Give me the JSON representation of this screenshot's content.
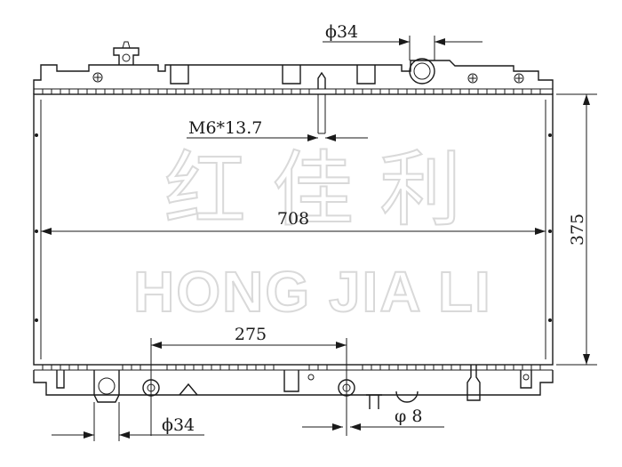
{
  "drawing": {
    "watermark_cn": "红 佳 利",
    "watermark_en": "HONG JIA LI",
    "dimensions": {
      "top_inlet": "ϕ34",
      "thread": "M6*13.7",
      "core_width": "708",
      "core_height": "375",
      "bracket_spacing": "275",
      "bottom_outlet": "ϕ34",
      "pin": "φ 8"
    }
  },
  "colors": {
    "line": "#1a1a1a",
    "watermark_outline": "#d9d9d9",
    "background": "#ffffff"
  }
}
